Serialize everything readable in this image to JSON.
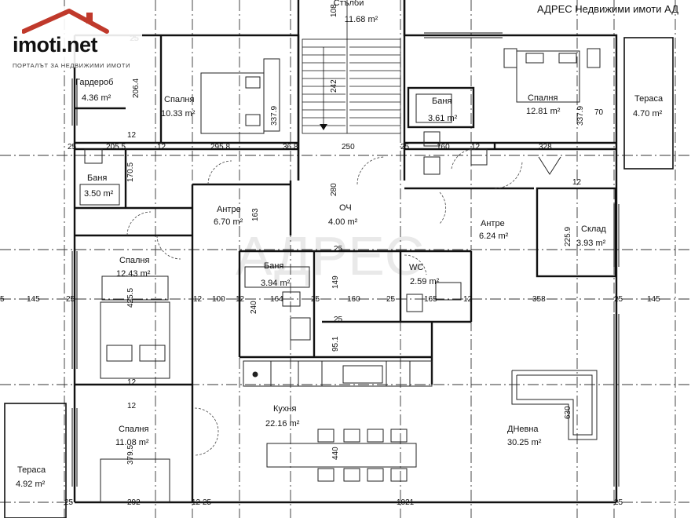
{
  "branding": {
    "logo_text": "imoti.net",
    "tagline": "ПОРТАЛЪТ ЗА НЕДВИЖИМИ ИМОТИ",
    "agency": "АДРЕС Недвижими имоти АД",
    "roof_color": "#c0392b",
    "dot_color": "#c0392b"
  },
  "rooms": {
    "staircase": {
      "name": "Стълби",
      "area": "11.68 m²"
    },
    "wardrobe": {
      "name": "Гардероб",
      "area": "4.36 m²"
    },
    "bedroom_top_left": {
      "name": "Спалня",
      "area": "10.33 m²"
    },
    "bathroom_top": {
      "name": "Баня",
      "area": "3.61 m²"
    },
    "bedroom_top_right": {
      "name": "Спалня",
      "area": "12.81 m²"
    },
    "terrace_right": {
      "name": "Тераса",
      "area": "4.70 m²"
    },
    "bathroom_left": {
      "name": "Баня",
      "area": "3.50 m²"
    },
    "hall_left": {
      "name": "Антре",
      "area": "6.70 m²"
    },
    "common": {
      "name": "ОЧ",
      "area": "4.00 m²"
    },
    "hall_right": {
      "name": "Антре",
      "area": "6.24 m²"
    },
    "storage": {
      "name": "Склад",
      "area": "3.93 m²"
    },
    "bedroom_mid_left": {
      "name": "Спалня",
      "area": "12.43 m²"
    },
    "bathroom_mid": {
      "name": "Баня",
      "area": "3.94 m²"
    },
    "wc": {
      "name": "WC",
      "area": "2.59 m²"
    },
    "kitchen": {
      "name": "Кухня",
      "area": "22.16 m²"
    },
    "living": {
      "name": "ДНевна",
      "area": "30.25 m²"
    },
    "bedroom_bottom_left": {
      "name": "Спалня",
      "area": "11.08 m²"
    },
    "terrace_left": {
      "name": "Тераса",
      "area": "4.92 m²"
    }
  },
  "dimensions": {
    "row_205": [
      "25",
      "205.5",
      "12",
      "295.8",
      "36.8",
      "250",
      "25",
      "160",
      "12",
      "328"
    ],
    "row_381": [
      "5",
      "145",
      "25",
      "12",
      "100",
      "12",
      "164",
      "25",
      "160",
      "25",
      "165",
      "12",
      "358",
      "25",
      "145"
    ],
    "row_640": [
      "25",
      "292",
      "12",
      "25",
      "1021",
      "25"
    ],
    "top_stairs": [
      "108",
      "242"
    ],
    "vertical": [
      "206.4",
      "337.9",
      "337.9",
      "170.5",
      "280",
      "163",
      "225.9",
      "425.5",
      "240",
      "149",
      "95.1",
      "630",
      "440",
      "379.5"
    ],
    "misc": [
      "70",
      "25",
      "12",
      "12",
      "12",
      "25",
      "25",
      "12",
      "25"
    ]
  }
}
